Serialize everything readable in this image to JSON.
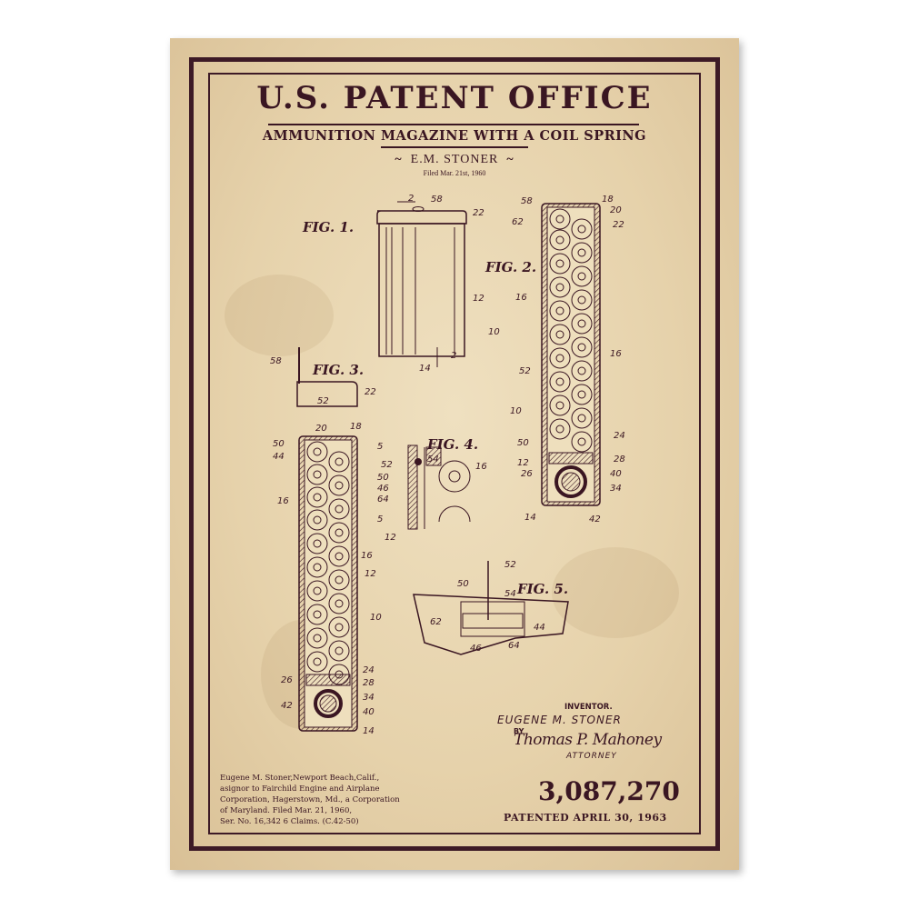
{
  "header": {
    "title": "U.S. PATENT OFFICE",
    "subtitle": "AMMUNITION MAGAZINE WITH A COIL SPRING",
    "author": "E.M. STONER",
    "ornament_left": "~",
    "ornament_right": "~",
    "filed": "Filed Mar. 21st, 1960"
  },
  "figures": [
    {
      "label": "FIG. 1.",
      "callouts": [
        "2",
        "58",
        "22",
        "12",
        "10",
        "14",
        "2"
      ]
    },
    {
      "label": "FIG. 2.",
      "callouts": [
        "58",
        "18",
        "20",
        "62",
        "22",
        "16",
        "16",
        "52",
        "10",
        "50",
        "24",
        "12",
        "28",
        "26",
        "40",
        "34",
        "14",
        "42"
      ]
    },
    {
      "label": "FIG. 3.",
      "callouts": [
        "58",
        "52",
        "22",
        "20",
        "18",
        "50",
        "44",
        "16",
        "16",
        "12",
        "10",
        "24",
        "26",
        "28",
        "34",
        "42",
        "40",
        "14"
      ]
    },
    {
      "label": "FIG. 4.",
      "callouts": [
        "5",
        "52",
        "54",
        "16",
        "50",
        "46",
        "64",
        "5",
        "12"
      ]
    },
    {
      "label": "FIG. 5.",
      "callouts": [
        "52",
        "50",
        "54",
        "62",
        "44",
        "46",
        "64"
      ]
    }
  ],
  "footer": {
    "description": [
      "Eugene M. Stoner,Newport Beach,Calif.,",
      "asignor to Fairchild Engine and Airplane",
      "Corporation, Hagerstown, Md., a Corporation",
      "of Maryland. Filed Mar. 21, 1960,",
      "Ser. No. 16,342 6 Claims. (C.42-50)"
    ],
    "inventor_title": "INVENTOR.",
    "inventor_name": "EUGENE M. STONER",
    "by": "BY",
    "signature": "Thomas P. Mahoney",
    "attorney": "ATTORNEY",
    "patent_number": "3,087,270",
    "patented": "PATENTED APRIL 30, 1963"
  },
  "colors": {
    "ink": "#3a1622",
    "paper": "#e6d2ab",
    "border": "#3d1a26"
  }
}
